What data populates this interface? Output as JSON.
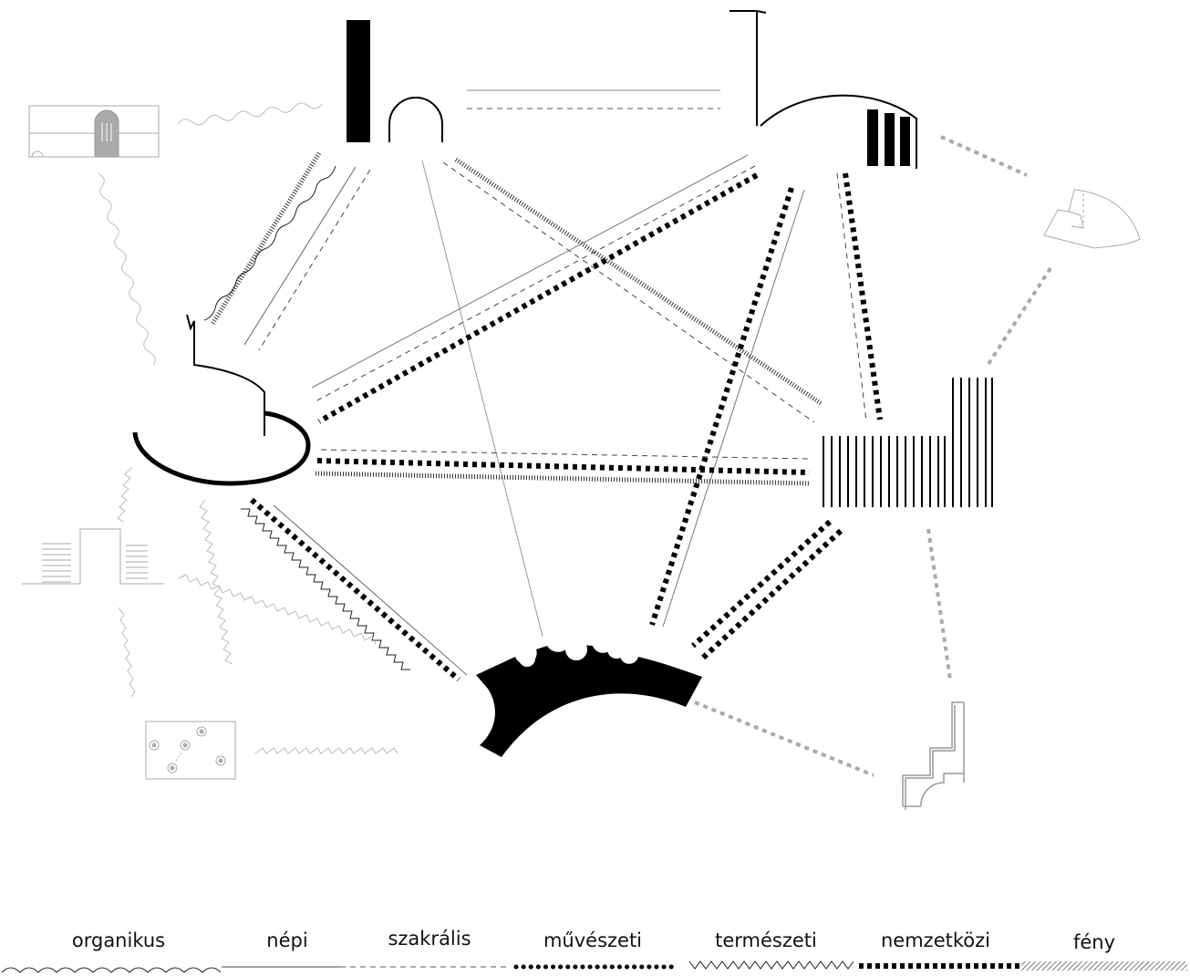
{
  "legend": {
    "items": [
      {
        "label": "organikus",
        "style": "wave"
      },
      {
        "label": "népi",
        "style": "solid-thin"
      },
      {
        "label": "szakrális",
        "style": "dashed"
      },
      {
        "label": "művészeti",
        "style": "dotted-bold"
      },
      {
        "label": "természeti",
        "style": "zigzag"
      },
      {
        "label": "nemzetközi",
        "style": "square-dotted"
      },
      {
        "label": "fény",
        "style": "hatched"
      }
    ]
  },
  "colors": {
    "primary": "#000000",
    "secondary": "#a9a9a9",
    "faded": "#b3b3b3"
  },
  "nodes": [
    {
      "id": "tower-arch",
      "icon": "tower-and-arch-icon"
    },
    {
      "id": "spire-dome",
      "icon": "spire-dome-building-icon"
    },
    {
      "id": "spiral-building",
      "icon": "spiral-building-icon"
    },
    {
      "id": "vertical-lines",
      "icon": "vertical-lines-building-icon"
    },
    {
      "id": "crown-arc",
      "icon": "crown-arc-icon"
    },
    {
      "id": "facade-sketch",
      "icon": "facade-sketch-icon"
    },
    {
      "id": "shield-shape",
      "icon": "shield-shape-icon"
    },
    {
      "id": "stepped-building",
      "icon": "stepped-building-icon"
    },
    {
      "id": "dots-box",
      "icon": "dots-box-icon"
    },
    {
      "id": "stair-corner",
      "icon": "stair-corner-icon"
    }
  ]
}
